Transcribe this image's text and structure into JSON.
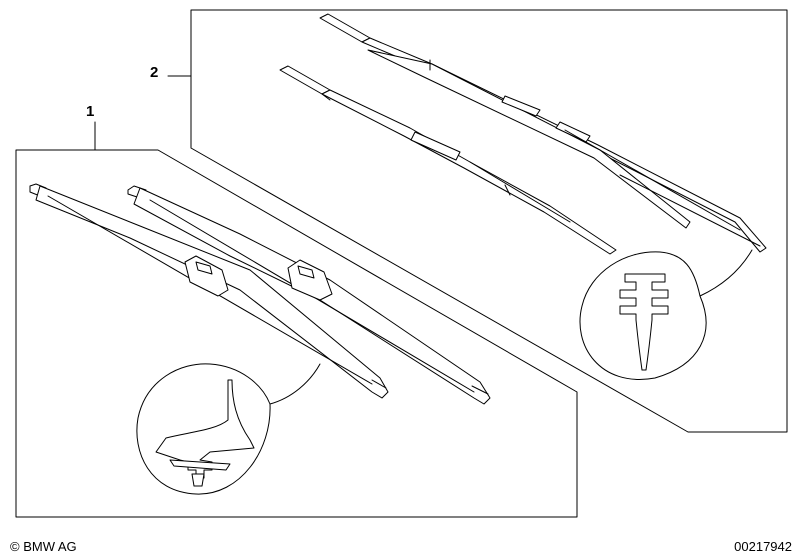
{
  "callouts": {
    "part1": "1",
    "part2": "2"
  },
  "footer": {
    "copyright": "© BMW AG",
    "drawing_number": "00217942"
  },
  "colors": {
    "line": "#000000",
    "background": "#ffffff"
  }
}
